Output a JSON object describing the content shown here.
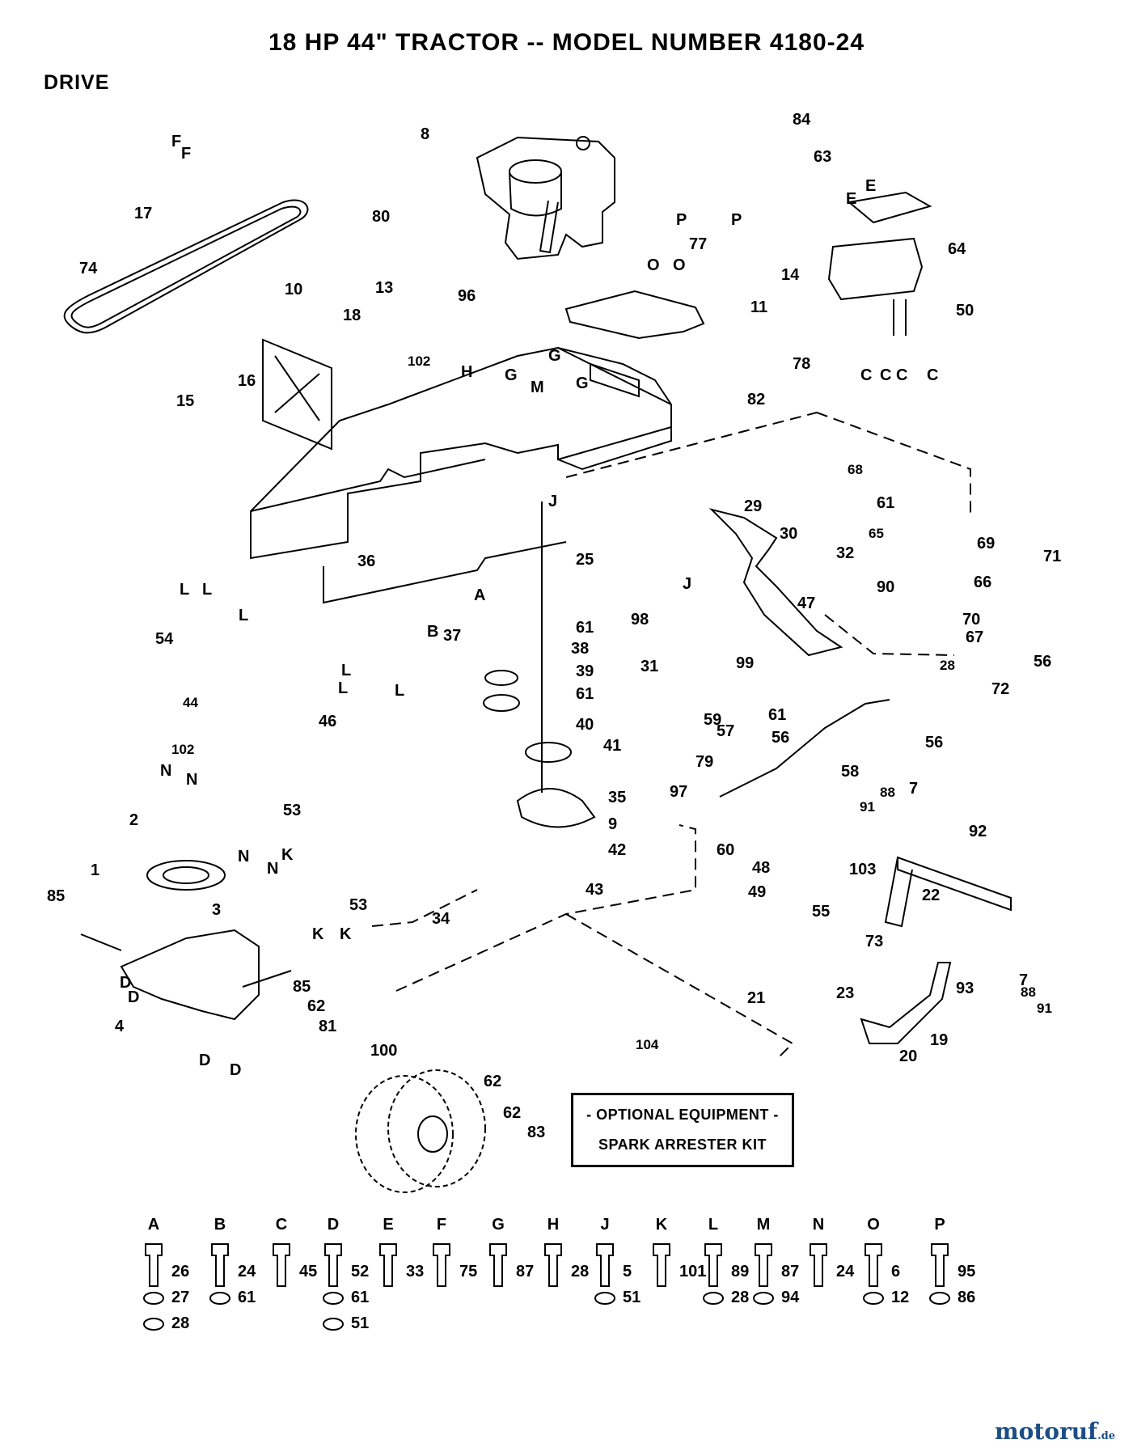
{
  "title": "18 HP 44\" TRACTOR -- MODEL NUMBER 4180-24",
  "section": "DRIVE",
  "callouts": [
    "8",
    "84",
    "63",
    "80",
    "96",
    "13",
    "77",
    "64",
    "14",
    "50",
    "11",
    "10",
    "18",
    "102",
    "78",
    "82",
    "15",
    "16",
    "74",
    "17",
    "68",
    "61",
    "65",
    "69",
    "71",
    "29",
    "30",
    "32",
    "47",
    "90",
    "66",
    "70",
    "67",
    "56",
    "72",
    "28",
    "36",
    "25",
    "98",
    "54",
    "44",
    "46",
    "37",
    "61b",
    "38",
    "39",
    "61c",
    "40",
    "41",
    "31",
    "99",
    "59",
    "57",
    "61d",
    "56b",
    "56c",
    "79",
    "58",
    "97",
    "60",
    "35",
    "9",
    "42",
    "43",
    "102b",
    "53",
    "2",
    "1",
    "85",
    "3",
    "53b",
    "34",
    "85b",
    "62",
    "81",
    "100",
    "4",
    "91",
    "88",
    "7",
    "92",
    "48",
    "49",
    "103",
    "55",
    "22",
    "73",
    "21",
    "23",
    "93",
    "20",
    "19",
    "7b",
    "88b",
    "91b",
    "104",
    "62b",
    "62c",
    "83"
  ],
  "callout_labels": {
    "8": "8",
    "84": "84",
    "63": "63",
    "80": "80",
    "96": "96",
    "13": "13",
    "77": "77",
    "64": "64",
    "14": "14",
    "50": "50",
    "11": "11",
    "10": "10",
    "18": "18",
    "102": "102",
    "78": "78",
    "82": "82",
    "15": "15",
    "16": "16",
    "74": "74",
    "17": "17",
    "68": "68",
    "61": "61",
    "65": "65",
    "69": "69",
    "71": "71",
    "29": "29",
    "30": "30",
    "32": "32",
    "47": "47",
    "90": "90",
    "66": "66",
    "70": "70",
    "67": "67",
    "56": "56",
    "72": "72",
    "28": "28",
    "36": "36",
    "25": "25",
    "98": "98",
    "54": "54",
    "44": "44",
    "46": "46",
    "37": "37",
    "38": "38",
    "39": "39",
    "40": "40",
    "41": "41",
    "31": "31",
    "99": "99",
    "59": "59",
    "57": "57",
    "79": "79",
    "58": "58",
    "97": "97",
    "60": "60",
    "35": "35",
    "9": "9",
    "42": "42",
    "43": "43",
    "53": "53",
    "2": "2",
    "1": "1",
    "85": "85",
    "3": "3",
    "34": "34",
    "62": "62",
    "81": "81",
    "100": "100",
    "4": "4",
    "91": "91",
    "88": "88",
    "7": "7",
    "92": "92",
    "48": "48",
    "49": "49",
    "103": "103",
    "55": "55",
    "22": "22",
    "73": "73",
    "21": "21",
    "23": "23",
    "93": "93",
    "20": "20",
    "19": "19",
    "104": "104",
    "83": "83"
  },
  "reference_letters": [
    "F",
    "F",
    "P",
    "P",
    "E",
    "E",
    "O",
    "O",
    "C",
    "C",
    "C",
    "C",
    "H",
    "G",
    "G",
    "G",
    "M",
    "J",
    "J",
    "A",
    "B",
    "L",
    "L",
    "L",
    "L",
    "L",
    "L",
    "N",
    "N",
    "K",
    "N",
    "N",
    "K",
    "K",
    "D",
    "D",
    "D",
    "D"
  ],
  "optional_box": {
    "line1": "- OPTIONAL EQUIPMENT -",
    "line2": "SPARK ARRESTER KIT"
  },
  "hardware_key": [
    {
      "letter": "A",
      "parts": [
        "26",
        "27",
        "28"
      ]
    },
    {
      "letter": "B",
      "parts": [
        "24",
        "61"
      ]
    },
    {
      "letter": "C",
      "parts": [
        "45"
      ]
    },
    {
      "letter": "D",
      "parts": [
        "52",
        "61",
        "51"
      ]
    },
    {
      "letter": "E",
      "parts": [
        "33"
      ]
    },
    {
      "letter": "F",
      "parts": [
        "75"
      ]
    },
    {
      "letter": "G",
      "parts": [
        "87"
      ]
    },
    {
      "letter": "H",
      "parts": [
        "28"
      ]
    },
    {
      "letter": "J",
      "parts": [
        "5",
        "51"
      ]
    },
    {
      "letter": "K",
      "parts": [
        "101"
      ]
    },
    {
      "letter": "L",
      "parts": [
        "89",
        "28"
      ]
    },
    {
      "letter": "M",
      "parts": [
        "87",
        "94"
      ]
    },
    {
      "letter": "N",
      "parts": [
        "24"
      ]
    },
    {
      "letter": "O",
      "parts": [
        "6",
        "12"
      ]
    },
    {
      "letter": "P",
      "parts": [
        "95",
        "86"
      ]
    }
  ],
  "watermark": {
    "brand": "motoruf",
    "tld": ".de"
  }
}
